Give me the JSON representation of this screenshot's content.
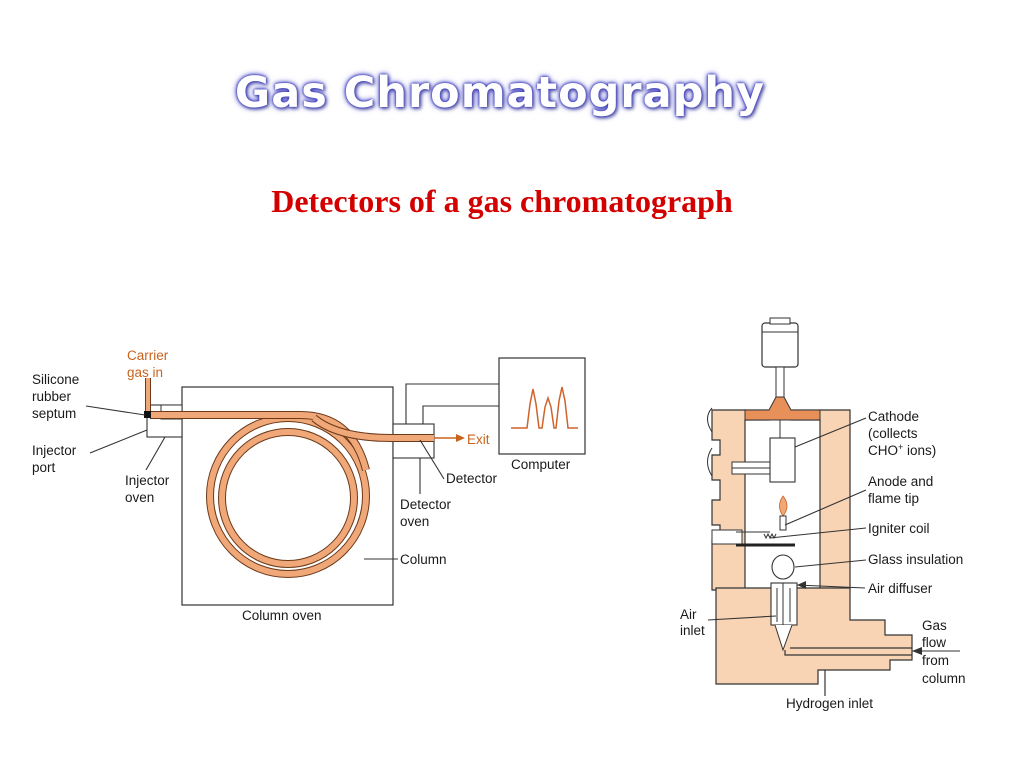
{
  "slide": {
    "title": "Gas Chromatography",
    "subtitle": "Detectors of a gas chromatograph"
  },
  "gc_diagram": {
    "carrier_line1": "Carrier",
    "carrier_line2": "gas in",
    "septum_line1": "Silicone",
    "septum_line2": "rubber",
    "septum_line3": "septum",
    "injport_line1": "Injector",
    "injport_line2": "port",
    "injoven_line1": "Injector",
    "injoven_line2": "oven",
    "column_oven": "Column oven",
    "column": "Column",
    "detector": "Detector",
    "detoven_line1": "Detector",
    "detoven_line2": "oven",
    "exit": "Exit",
    "computer": "Computer"
  },
  "fid_diagram": {
    "cathode_line1": "Cathode",
    "cathode_line2": "(collects",
    "cathode_line3": "CHO",
    "cathode_sup": "+",
    "cathode_line3b": " ions)",
    "anode_line1": "Anode and",
    "anode_line2": "flame tip",
    "igniter": "Igniter coil",
    "glass": "Glass insulation",
    "air_diffuser": "Air diffuser",
    "air_inlet_line1": "Air",
    "air_inlet_line2": "inlet",
    "gas_line1": "Gas",
    "gas_line2": "flow",
    "gas_line3": "from",
    "gas_line4": "column",
    "hydrogen": "Hydrogen inlet"
  },
  "colors": {
    "title_glow": "#3a3ab8",
    "subtitle": "#d40000",
    "copper": "#f0a878",
    "peach": "#f8d4b4",
    "label_orange": "#c8631e"
  }
}
